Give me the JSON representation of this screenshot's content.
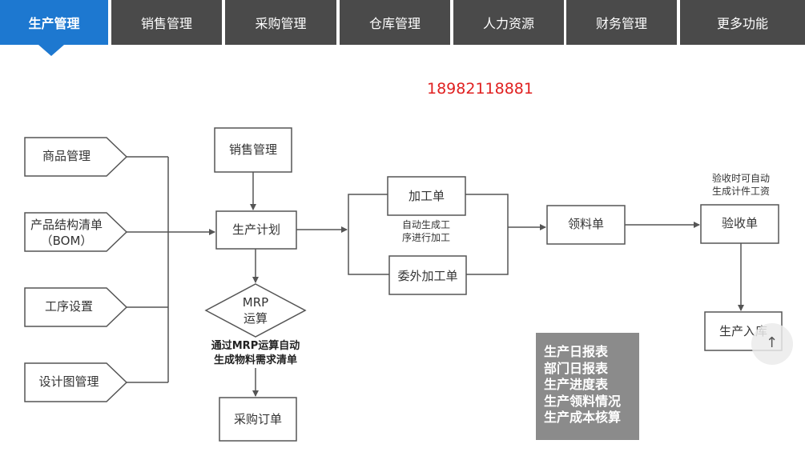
{
  "nav": {
    "tabs": [
      {
        "label": "生产管理",
        "active": true
      },
      {
        "label": "销售管理",
        "active": false
      },
      {
        "label": "采购管理",
        "active": false
      },
      {
        "label": "仓库管理",
        "active": false
      },
      {
        "label": "人力资源",
        "active": false
      },
      {
        "label": "财务管理",
        "active": false
      },
      {
        "label": "更多功能",
        "active": false
      }
    ]
  },
  "phone": "18982118881",
  "flow": {
    "inputs": {
      "goods": "商品管理",
      "bom_line1": "产品结构清单",
      "bom_line2": "（BOM）",
      "process": "工序设置",
      "drawing": "设计图管理"
    },
    "sales": "销售管理",
    "plan": "生产计划",
    "mrp_line1": "MRP",
    "mrp_line2": "运算",
    "mrp_note_line1": "通过MRP运算自动",
    "mrp_note_line2": "生成物料需求清单",
    "purchase": "采购订单",
    "processing": "加工单",
    "processing_note_line1": "自动生成工",
    "processing_note_line2": "序进行加工",
    "outsource": "委外加工单",
    "material": "领料单",
    "acceptance_note_line1": "验收时可自动",
    "acceptance_note_line2": "生成计件工资",
    "acceptance": "验收单",
    "warehouse_in": "生产入库"
  },
  "reports": [
    "生产日报表",
    "部门日报表",
    "生产进度表",
    "生产领料情况",
    "生产成本核算"
  ],
  "colors": {
    "nav_bg": "#4a4a4a",
    "nav_active": "#1d78d0",
    "phone": "#e02020",
    "line": "#555555",
    "report_bg": "#8b8b8b"
  },
  "icons": {
    "scroll_top": "arrow-up-icon"
  }
}
